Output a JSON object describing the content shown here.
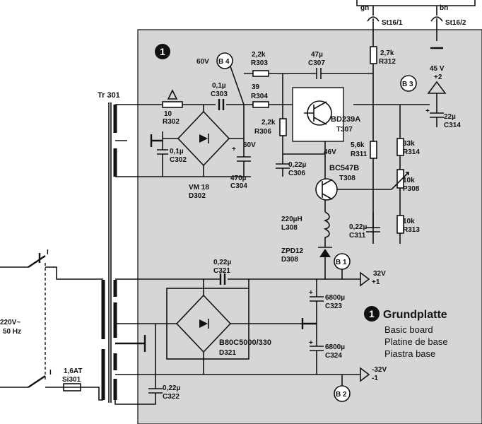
{
  "board": {
    "number": "1",
    "legend_title": "Grundplatte",
    "legend_lines": [
      "Basic board",
      "Platine de base",
      "Piastra base"
    ]
  },
  "connectors": {
    "gn": "gn",
    "bn": "bn",
    "st16_1": "St16/1",
    "st16_2": "St16/2"
  },
  "nodes": {
    "b1": "B 1",
    "b2": "B 2",
    "b3": "B 3",
    "b4": "B 4",
    "v60_left": "60V",
    "v60_mid": "60V",
    "v46": "46V",
    "v45": "45 V",
    "plus2": "+2",
    "v32p": "32V",
    "plus1": "+1",
    "v32n": "-32V",
    "minus1": "-1"
  },
  "mains": {
    "voltage": "220V~",
    "freq": "50 Hz",
    "switch_num_a": "I",
    "switch_num_b": "I"
  },
  "components": {
    "tr301": "Tr 301",
    "r302_v": "10",
    "r302": "R302",
    "c303_v": "0,1µ",
    "c303": "C303",
    "r303_v": "2,2k",
    "r303": "R303",
    "r304_v": "39",
    "r304": "R304",
    "c307_v": "47µ",
    "c307": "C307",
    "r312_v": "2,7k",
    "r312": "R312",
    "r306_v": "2,2k",
    "r306": "R306",
    "t307_v": "BD239A",
    "t307": "T307",
    "c314_v": "22µ",
    "c314": "C314",
    "c302_v": "0,1µ",
    "c302": "C302",
    "d302_v": "VM 18",
    "d302": "D302",
    "c304_v": "470µ",
    "c304": "C304",
    "c306_v": "0,22µ",
    "c306": "C306",
    "r311_v": "5,6k",
    "r311": "R311",
    "r314_v": "33k",
    "r314": "R314",
    "t308_v": "BC547B",
    "t308": "T308",
    "p308_v": "10k",
    "p308": "P308",
    "l308_v": "220µH",
    "l308": "L308",
    "c311_v": "0,22µ",
    "c311": "C311",
    "r313_v": "10k",
    "r313": "R313",
    "d308_v": "ZPD12",
    "d308": "D308",
    "c321_v": "0,22µ",
    "c321": "C321",
    "c323_v": "6800µ",
    "c323": "C323",
    "d321_v": "B80C5000/330",
    "d321": "D321",
    "c324_v": "6800µ",
    "c324": "C324",
    "c322_v": "0,22µ",
    "c322": "C322",
    "si301_v": "1,6AT",
    "si301": "Si301"
  },
  "colors": {
    "board": "#d6d6d6",
    "ink": "#111111",
    "paper": "#ffffff"
  }
}
